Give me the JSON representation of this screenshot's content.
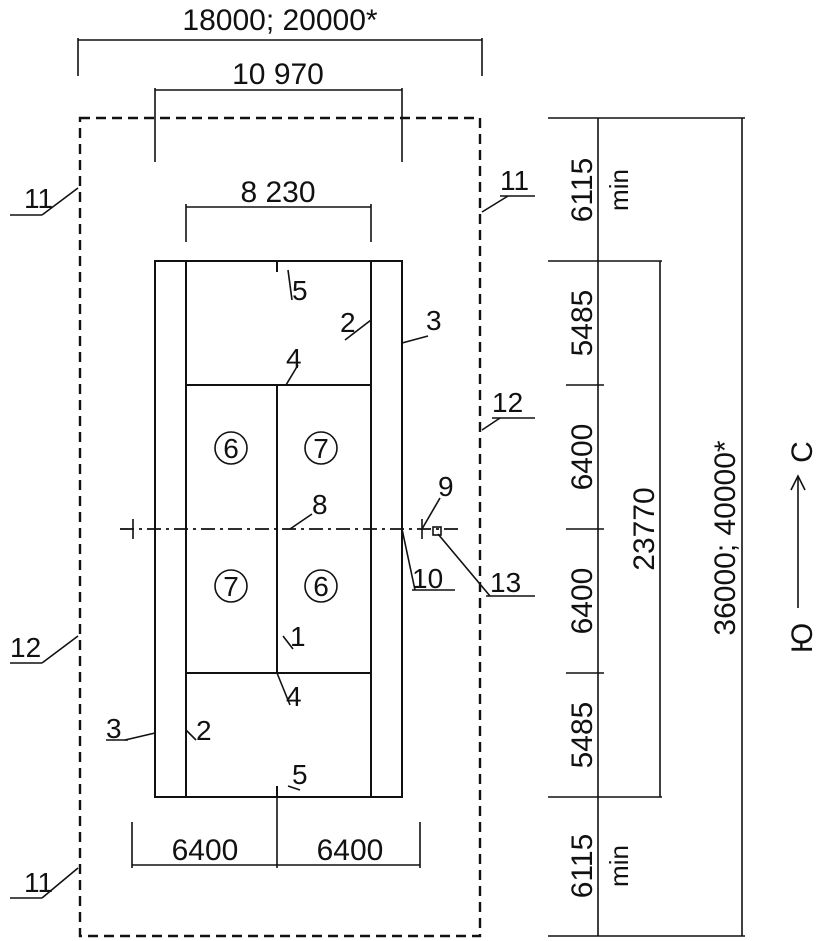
{
  "dimensions": {
    "overall_width": "18000; 20000*",
    "inner_width": "10 970",
    "court_width": "8 230",
    "half_left": "6400",
    "half_right": "6400",
    "end_top": "6115",
    "end_top_min": "min",
    "seg_top": "5485",
    "seg_mid_top": "6400",
    "seg_mid_bottom": "6400",
    "seg_bottom": "5485",
    "end_bottom": "6115",
    "end_bottom_min": "min",
    "court_length": "23770",
    "overall_length": "36000; 40000*"
  },
  "labels": {
    "l1": "1",
    "l2_top": "2",
    "l2_bottom": "2",
    "l3_top": "3",
    "l3_bottom": "3",
    "l4_top": "4",
    "l4_bottom": "4",
    "l5_top": "5",
    "l5_bottom": "5",
    "l6_a": "6",
    "l6_b": "6",
    "l7_a": "7",
    "l7_b": "7",
    "l8": "8",
    "l9": "9",
    "l10": "10",
    "l11_tl": "11",
    "l11_tr": "11",
    "l11_bl": "11",
    "l12_left": "12",
    "l12_right": "12",
    "l13": "13"
  },
  "compass": {
    "north": "С",
    "south": "Ю"
  }
}
